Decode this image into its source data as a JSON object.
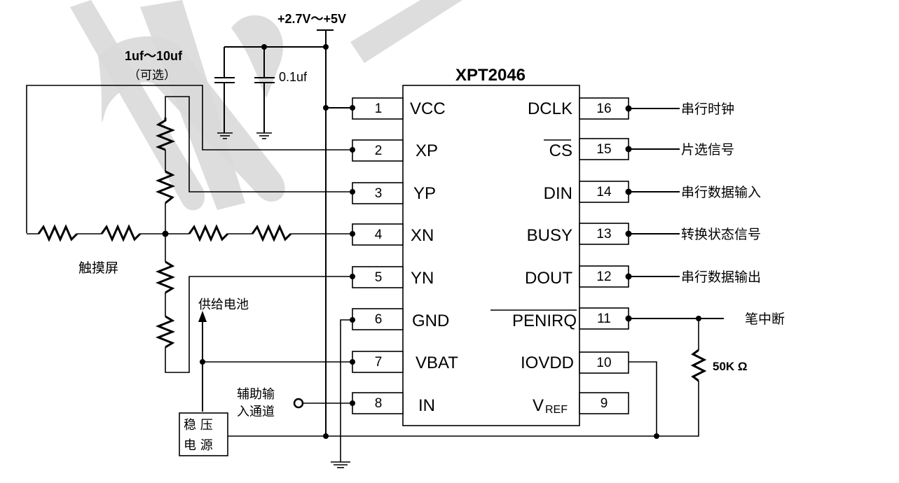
{
  "diagram": {
    "title": "XPT2046",
    "supply_label": "+2.7V～+5V",
    "cap_bulk_label": "1uf～10uf",
    "cap_bulk_note": "（可选）",
    "cap_small_label": "0.1uf",
    "touch_screen_label": "触摸屏",
    "battery_label": "供给电池",
    "aux_input_line1": "辅助输",
    "aux_input_line2": "入通道",
    "regulator_line1": "稳 压",
    "regulator_line2": "电 源",
    "pullup_label": "50K Ω",
    "left_pins": [
      {
        "num": "1",
        "name": "VCC"
      },
      {
        "num": "2",
        "name": "XP"
      },
      {
        "num": "3",
        "name": "YP"
      },
      {
        "num": "4",
        "name": "XN"
      },
      {
        "num": "5",
        "name": "YN"
      },
      {
        "num": "6",
        "name": "GND"
      },
      {
        "num": "7",
        "name": "VBAT"
      },
      {
        "num": "8",
        "name": "IN"
      }
    ],
    "right_pins": [
      {
        "num": "16",
        "name": "DCLK",
        "signal": "串行时钟"
      },
      {
        "num": "15",
        "name": "CS",
        "overbar": true,
        "signal": "片选信号"
      },
      {
        "num": "14",
        "name": "DIN",
        "signal": "串行数据输入"
      },
      {
        "num": "13",
        "name": "BUSY",
        "signal": "转换状态信号"
      },
      {
        "num": "12",
        "name": "DOUT",
        "signal": "串行数据输出"
      },
      {
        "num": "11",
        "name": "PENIRQ",
        "overbar": true,
        "signal": "笔中断"
      },
      {
        "num": "10",
        "name": "IOVDD",
        "signal": ""
      },
      {
        "num": "9",
        "name": "V",
        "subscript": "REF",
        "signal": ""
      }
    ]
  }
}
